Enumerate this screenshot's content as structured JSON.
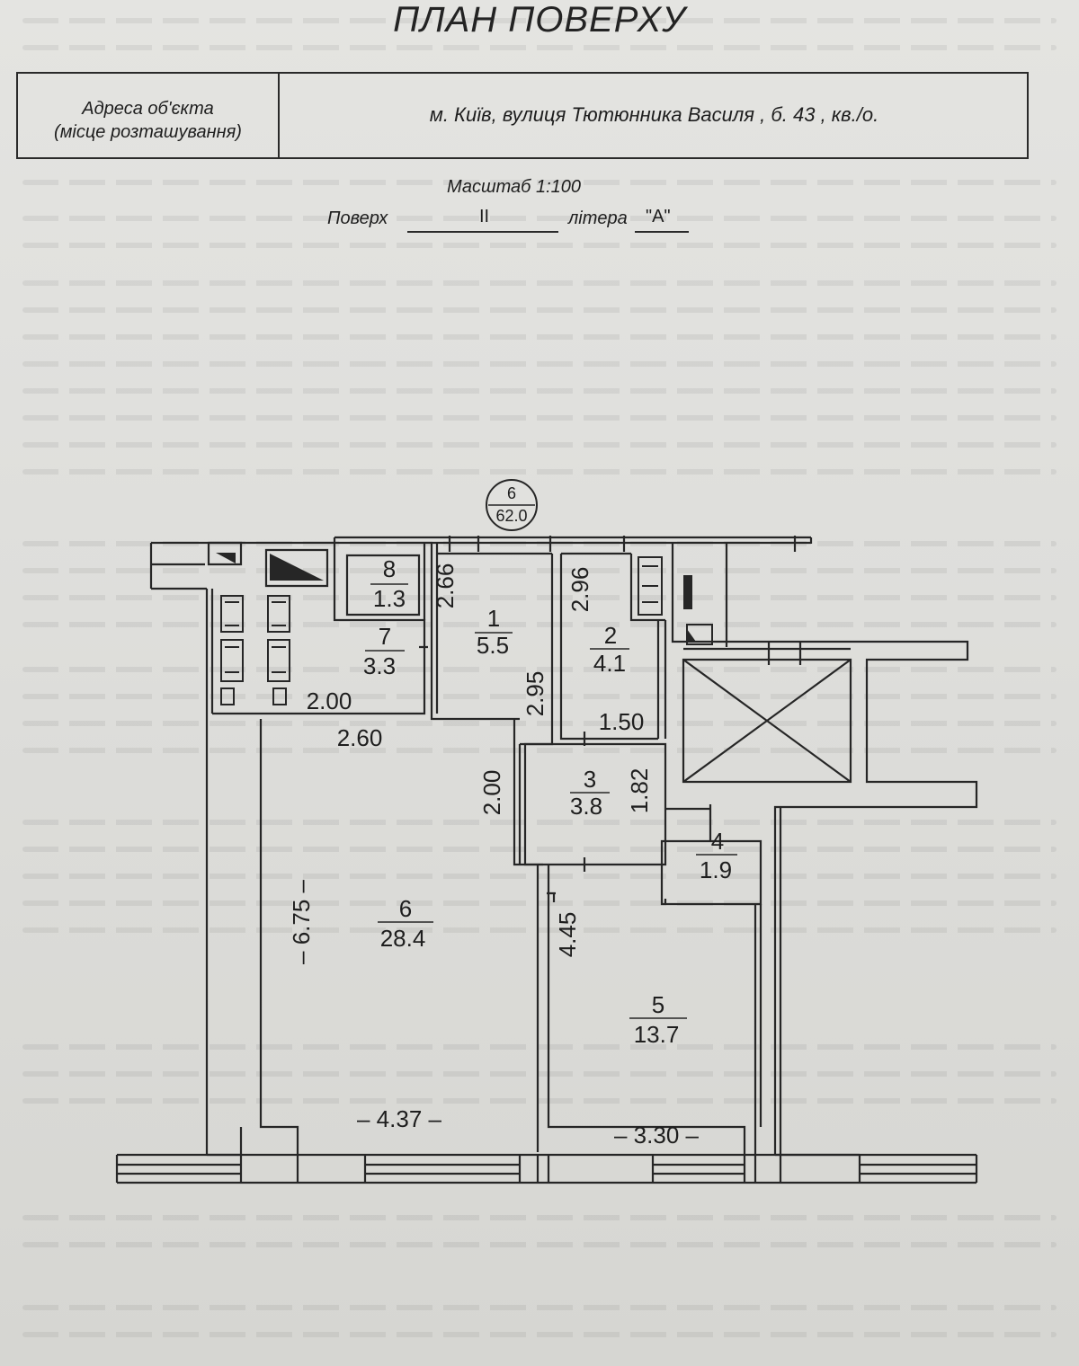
{
  "document": {
    "title": "ПЛАН ПОВЕРХУ",
    "address_label_line1": "Адреса об'єкта",
    "address_label_line2": "(місце розташування)",
    "address_value": "м. Київ, вулиця Тютюнника Василя , б. 43 , кв./о.",
    "scale_text": "Масштаб  1:100",
    "floor_label": "Поверх",
    "floor_value": "II",
    "letter_label": "літера",
    "letter_value": "\"А\""
  },
  "plan": {
    "total": {
      "room": "6",
      "area": "62.0"
    },
    "rooms": [
      {
        "id": "r8",
        "num": "8",
        "area": "1.3"
      },
      {
        "id": "r7",
        "num": "7",
        "area": "3.3"
      },
      {
        "id": "r1",
        "num": "1",
        "area": "5.5"
      },
      {
        "id": "r2",
        "num": "2",
        "area": "4.1"
      },
      {
        "id": "r3",
        "num": "3",
        "area": "3.8"
      },
      {
        "id": "r4",
        "num": "4",
        "area": "1.9"
      },
      {
        "id": "r6",
        "num": "6",
        "area": "28.4"
      },
      {
        "id": "r5",
        "num": "5",
        "area": "13.7"
      }
    ],
    "dimensions": {
      "d266": "2.66",
      "d296": "2.96",
      "d200a": "2.00",
      "d260": "2.60",
      "d295": "2.95",
      "d150": "1.50",
      "d200b": "2.00",
      "d182": "1.82",
      "d675": "– 6.75 –",
      "d445": "4.45",
      "d437": "– 4.37 –",
      "d330": "– 3.30 –"
    }
  }
}
